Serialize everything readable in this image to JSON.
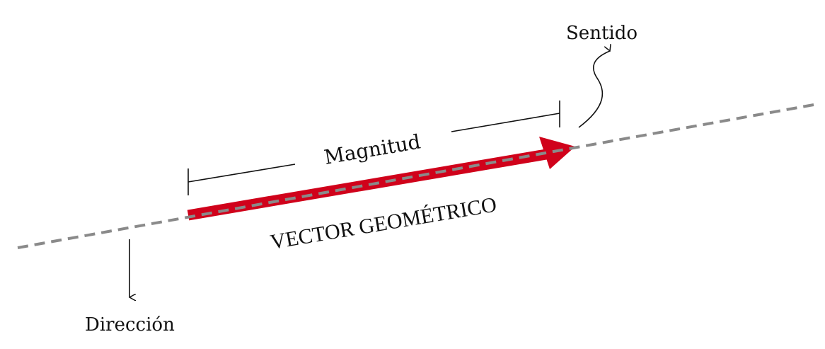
{
  "labels": {
    "sense": "Sentido",
    "magnitude": "Magnitud",
    "vector": "VECTOR GEOMÉTRICO",
    "direction": "Dirección"
  },
  "colors": {
    "vector": "#d0021b",
    "direction_line": "#8a8a8a",
    "ink": "#111111"
  }
}
